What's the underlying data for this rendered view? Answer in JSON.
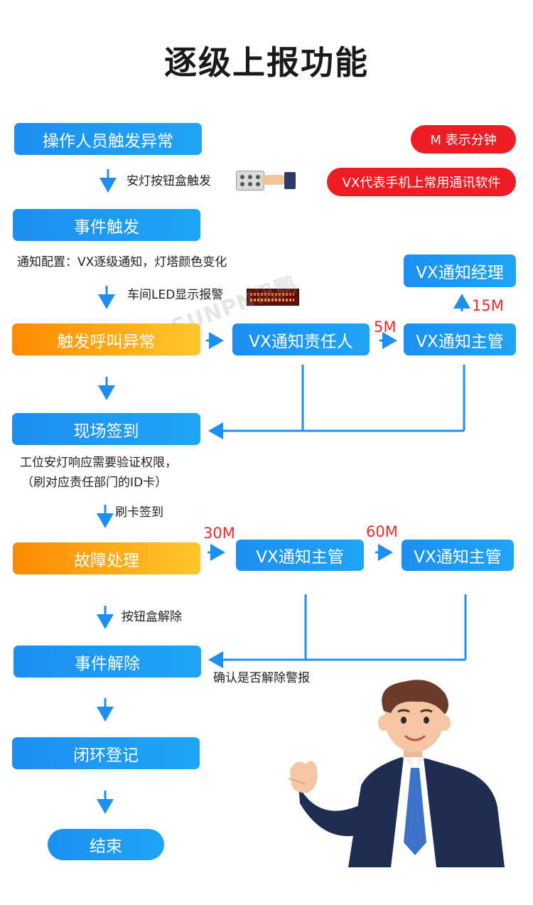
{
  "title": "逐级上报功能",
  "watermark": "SUNPN讯鹏",
  "legend": {
    "minutes": "M 表示分钟",
    "vx": "VX代表手机上常用通讯软件"
  },
  "boxes": {
    "operator": "操作人员触发异常",
    "event_trigger": "事件触发",
    "call_exception": "触发呼叫异常",
    "notify_responsible": "VX通知责任人",
    "notify_supervisor": "VX通知主管",
    "notify_manager": "VX通知经理",
    "onsite_checkin": "现场签到",
    "fault_handling": "故障处理",
    "notify_supervisor_2": "VX通知主管",
    "notify_supervisor_3": "VX通知主管",
    "event_release": "事件解除",
    "closed_loop": "闭环登记",
    "end": "结束"
  },
  "notes": {
    "andon_button": "安灯按钮盒触发",
    "notify_config": "通知配置：VX逐级通知，灯塔颜色变化",
    "led_alarm": "车间LED显示报警",
    "verify_line1": "工位安灯响应需要验证权限，",
    "verify_line2": "（刷对应责任部门的ID卡）",
    "card_checkin": "刷卡签到",
    "button_release": "按钮盒解除",
    "confirm_release": "确认是否解除警报"
  },
  "timings": {
    "t5": "5M",
    "t15": "15M",
    "t30": "30M",
    "t60": "60M"
  },
  "colors": {
    "blue": "#1c8ff0",
    "orange": "#ff8a00",
    "red": "#ee1c23"
  }
}
